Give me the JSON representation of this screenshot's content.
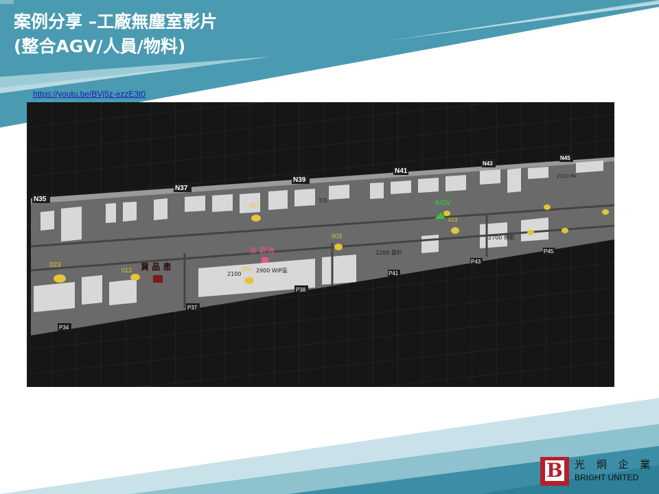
{
  "slide": {
    "title_line1": "案例分享 –工廠無塵室影片",
    "title_line2": "(整合AGV/人員/物料)",
    "video_link": "https://youtu.be/BVj5z-ezzE3t0"
  },
  "map": {
    "column_labels": [
      "N35",
      "N37",
      "N39",
      "N41",
      "N43",
      "N45"
    ],
    "bottom_labels": [
      "P34",
      "P37",
      "P38",
      "P41",
      "P43",
      "P45"
    ],
    "area_labels": [
      "T/S",
      "2100",
      "2900 WIP區",
      "2200 督於",
      "2700 傳影",
      "2110 PA"
    ],
    "agv_label": "AGV",
    "person_label": "徐 碧鴻",
    "material_label": "貨 品 患",
    "yellow_markers": [
      "007",
      "023",
      "013",
      "005",
      "003",
      "013"
    ]
  },
  "logo": {
    "letter": "B",
    "chinese": "光 炯 企 業",
    "english": "BRIGHT UNITED"
  },
  "colors": {
    "teal_dark": "#3c8ea6",
    "teal_light": "#8ec2cf",
    "brand_red": "#b3202b",
    "agv_green": "#3bbf3b",
    "marker_yellow": "#e3c43a",
    "person_pink": "#e7568f"
  }
}
